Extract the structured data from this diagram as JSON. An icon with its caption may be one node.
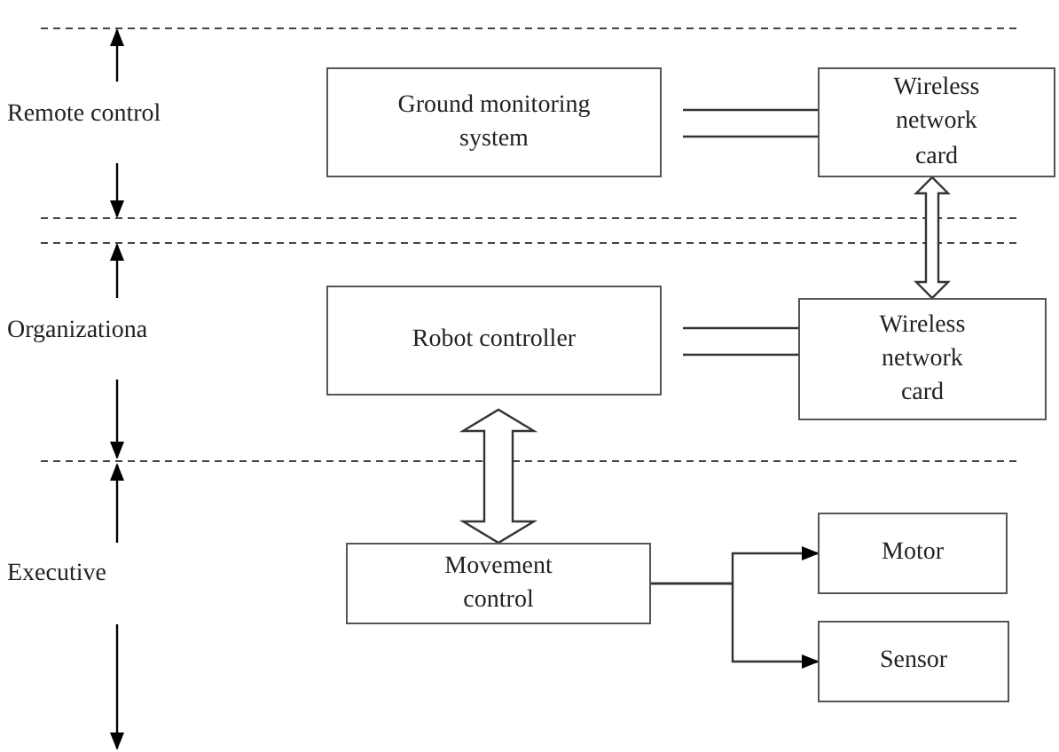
{
  "diagram": {
    "nodes": [
      {
        "text": [
          "Ground monitoring system"
        ]
      },
      {
        "text": [
          "Wireless network card"
        ]
      },
      {
        "text": [
          "Robot controller"
        ]
      },
      {
        "text": [
          "Wireless network card"
        ]
      },
      {
        "text": [
          "Movement control"
        ]
      },
      {
        "text": [
          "Motor"
        ]
      },
      {
        "text": [
          "Sensor"
        ]
      }
    ],
    "edges": [
      {
        "from": 0,
        "to": 1,
        "arrow": "none"
      },
      {
        "from": 1,
        "to": 3,
        "arrow": "both"
      },
      {
        "from": 2,
        "to": 3,
        "arrow": "none"
      },
      {
        "from": 2,
        "to": 4,
        "arrow": "both"
      },
      {
        "from": 4,
        "to": 5,
        "arrow": "to"
      },
      {
        "from": 4,
        "to": 6,
        "arrow": "to"
      }
    ],
    "labels": [
      "Remote control",
      "Organizationa",
      "Executive"
    ]
  }
}
